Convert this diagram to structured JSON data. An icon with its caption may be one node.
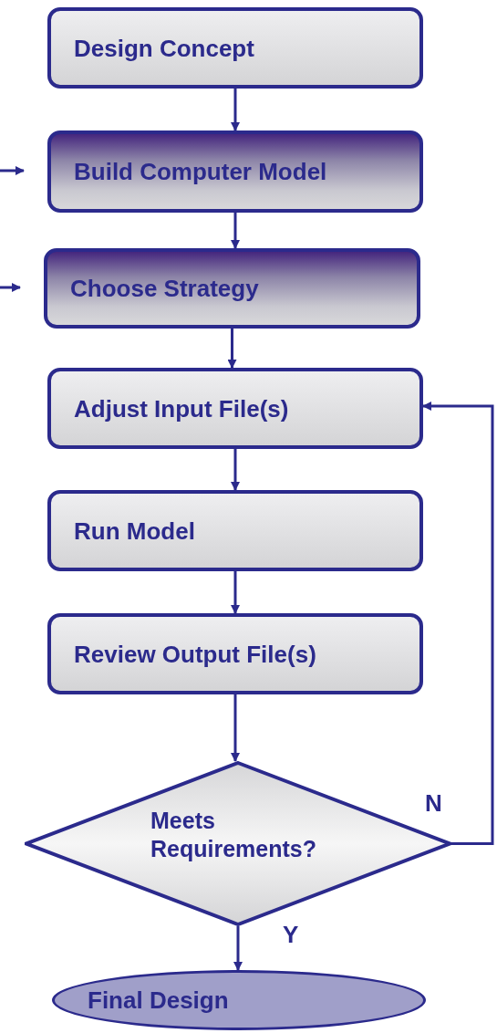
{
  "diagram": {
    "nodes": [
      {
        "text": [
          "Design Concept"
        ]
      },
      {
        "text": [
          "Build Computer Model"
        ]
      },
      {
        "text": [
          "Choose Strategy"
        ]
      },
      {
        "text": [
          "Adjust Input File(s)"
        ]
      },
      {
        "text": [
          "Run Model"
        ]
      },
      {
        "text": [
          "Review Output File(s)"
        ]
      },
      {
        "text": [
          "Meets Requirements?"
        ]
      },
      {
        "text": [
          "Final Design"
        ]
      }
    ],
    "edges": [
      {
        "from": 0,
        "to": 1,
        "arrow": "to"
      },
      {
        "from": 1,
        "to": 2,
        "arrow": "to"
      },
      {
        "from": 2,
        "to": 3,
        "arrow": "to"
      },
      {
        "from": 3,
        "to": 4,
        "arrow": "to"
      },
      {
        "from": 4,
        "to": 5,
        "arrow": "to"
      },
      {
        "from": 5,
        "to": 6,
        "arrow": "to"
      },
      {
        "from": 6,
        "to": 3,
        "arrow": "to",
        "label": "N"
      },
      {
        "from": 6,
        "to": 7,
        "arrow": "to",
        "label": "Y"
      },
      {
        "from": null,
        "to": 1,
        "arrow": "to"
      },
      {
        "from": null,
        "to": 2,
        "arrow": "to"
      }
    ]
  }
}
